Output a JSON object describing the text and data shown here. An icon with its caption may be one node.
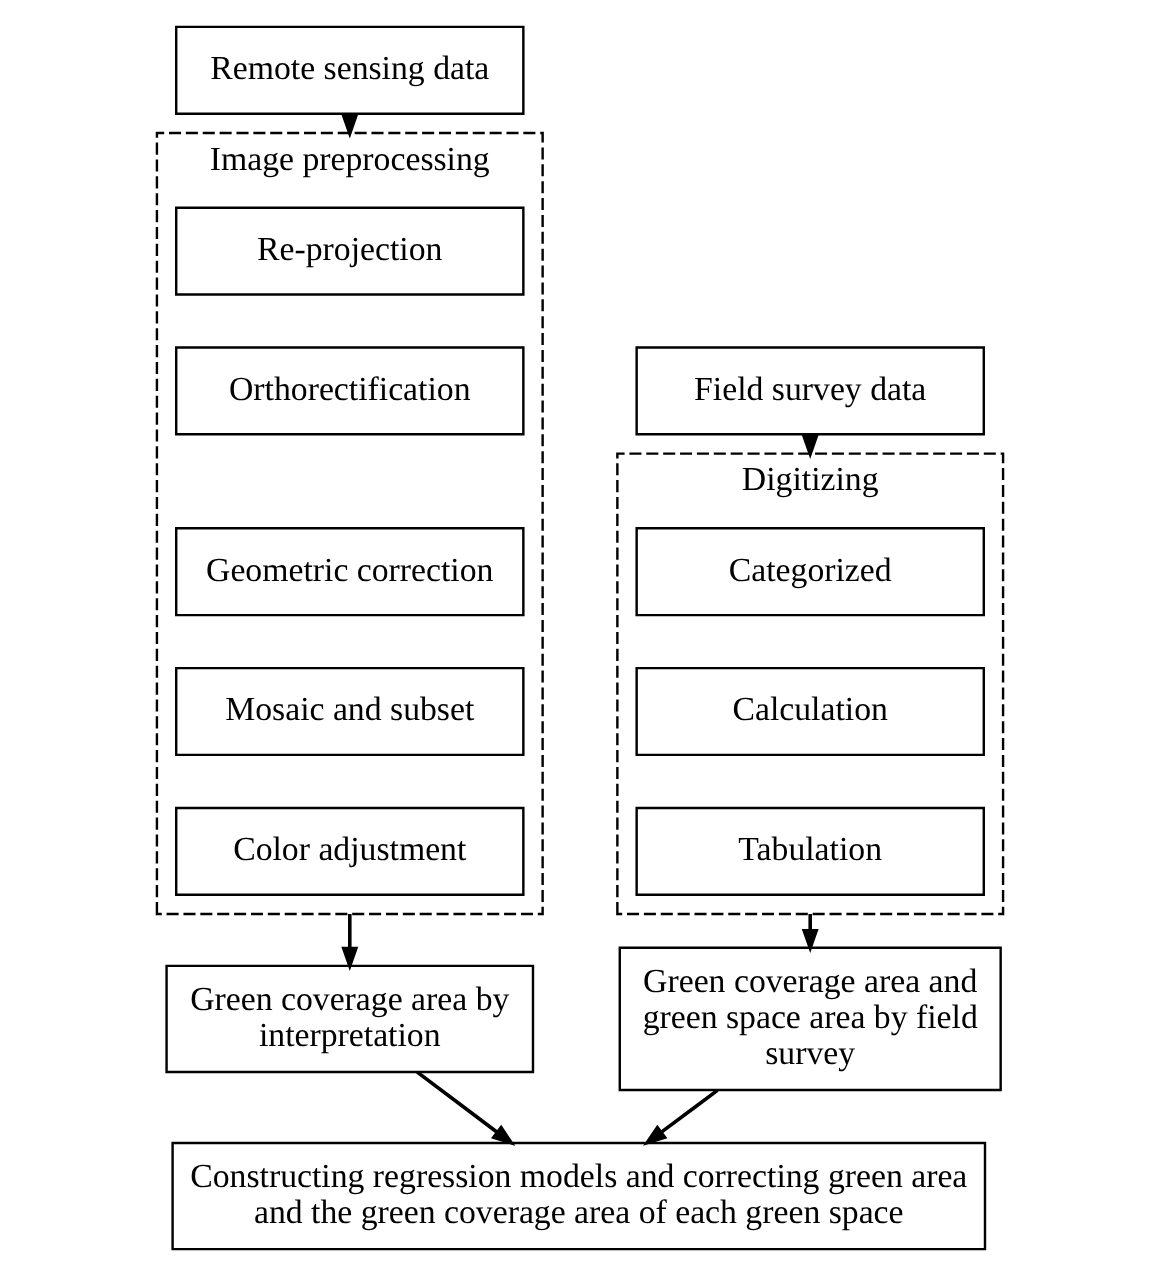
{
  "diagram": {
    "nodes": [
      {
        "text": [
          "Remote sensing data"
        ]
      },
      {
        "text": [
          "Field survey data"
        ]
      },
      {
        "text": [
          "Image preprocessing"
        ]
      },
      {
        "text": [
          "Re-projection"
        ],
        "in": 2
      },
      {
        "text": [
          "Orthorectification"
        ],
        "in": 2
      },
      {
        "text": [
          "Geometric correction"
        ],
        "in": 2
      },
      {
        "text": [
          "Mosaic and subset"
        ],
        "in": 2
      },
      {
        "text": [
          "Color adjustment"
        ],
        "in": 2
      },
      {
        "text": [
          "Digitizing"
        ]
      },
      {
        "text": [
          "Categorized"
        ],
        "in": 8
      },
      {
        "text": [
          "Calculation"
        ],
        "in": 8
      },
      {
        "text": [
          "Tabulation"
        ],
        "in": 8
      },
      {
        "text": [
          "Green coverage area by interpretation"
        ]
      },
      {
        "text": [
          "Green coverage area and green space area by field survey"
        ]
      },
      {
        "text": [
          "Constructing regression models and correcting green area and the green coverage area of each green space"
        ]
      }
    ],
    "edges": [
      {
        "from": 0,
        "to": 2,
        "arrow": "to"
      },
      {
        "from": 1,
        "to": 8,
        "arrow": "to"
      },
      {
        "from": 2,
        "to": 12,
        "arrow": "to"
      },
      {
        "from": 8,
        "to": 13,
        "arrow": "to"
      },
      {
        "from": 12,
        "to": 14,
        "arrow": "to"
      },
      {
        "from": 13,
        "to": 14,
        "arrow": "to"
      }
    ]
  }
}
